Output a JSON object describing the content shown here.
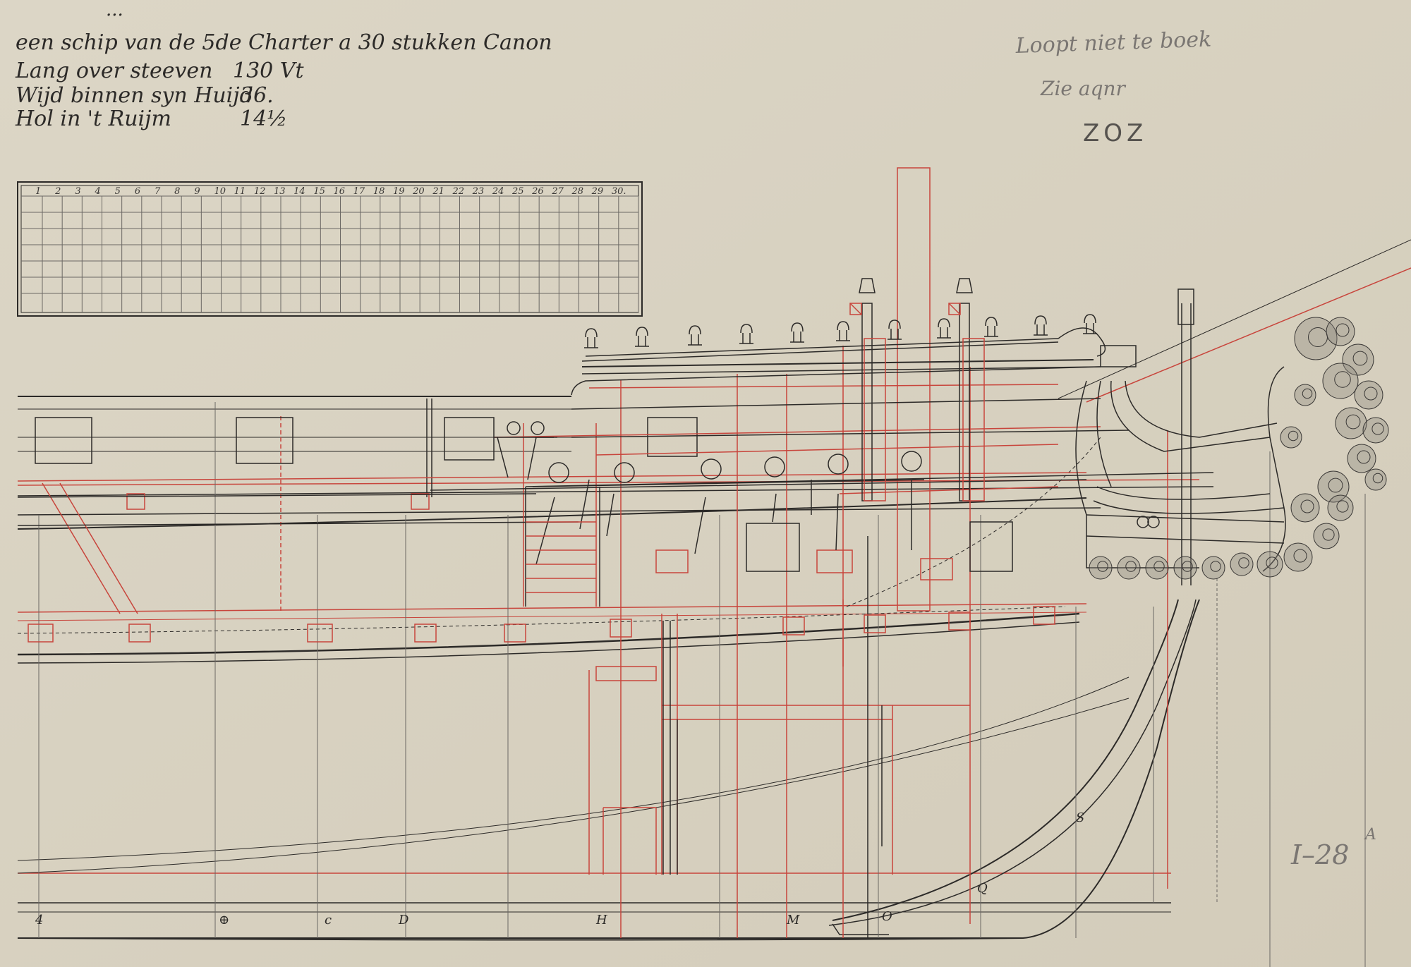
{
  "header": {
    "line0": "... ",
    "line1": "een schip van de 5de Charter a 30 stukken Canon",
    "line2_label": "Lang over steeven",
    "line2_value": "130 Vt",
    "line3_label": "Wijd binnen syn Huijd",
    "line3_value": "36.",
    "line4_label": "Hol in 't Ruijm",
    "line4_value": "14½"
  },
  "notes": {
    "note1": "Loopt niet te boek",
    "note2": "Zie aqnr",
    "zoz": "ZOZ",
    "catalog": "I–28",
    "catalog_sup": "A"
  },
  "scale": {
    "numbers": [
      "1",
      "2",
      "3",
      "4",
      "5",
      "6",
      "7",
      "8",
      "9",
      "10",
      "11",
      "12",
      "13",
      "14",
      "15",
      "16",
      "17",
      "18",
      "19",
      "20",
      "21",
      "22",
      "23",
      "24",
      "25",
      "26",
      "27",
      "28",
      "29",
      "30."
    ]
  },
  "stations": {
    "letters": [
      "4",
      "⊕",
      "c",
      "D",
      "H",
      "M",
      "O",
      "Q",
      "S"
    ]
  },
  "colors": {
    "paper": "#d9d3c3",
    "ink": "#2c2a28",
    "red": "#c8453c"
  }
}
